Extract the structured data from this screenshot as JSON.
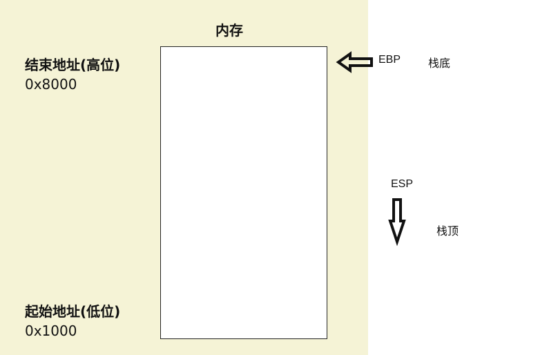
{
  "diagram": {
    "memory_title": "内存",
    "high_address": {
      "label": "结束地址(高位)",
      "value": "0x8000"
    },
    "low_address": {
      "label": "起始地址(低位)",
      "value": "0x1000"
    },
    "ebp": {
      "label": "EBP",
      "description": "栈底"
    },
    "esp": {
      "label": "ESP",
      "description": "栈顶"
    },
    "colors": {
      "panel": "#f5f3d6",
      "memory_block": "#ffffff",
      "outline": "#111111"
    },
    "icons": {
      "ebp_pointer": "left-arrow-icon",
      "esp_direction": "down-arrow-icon"
    }
  }
}
